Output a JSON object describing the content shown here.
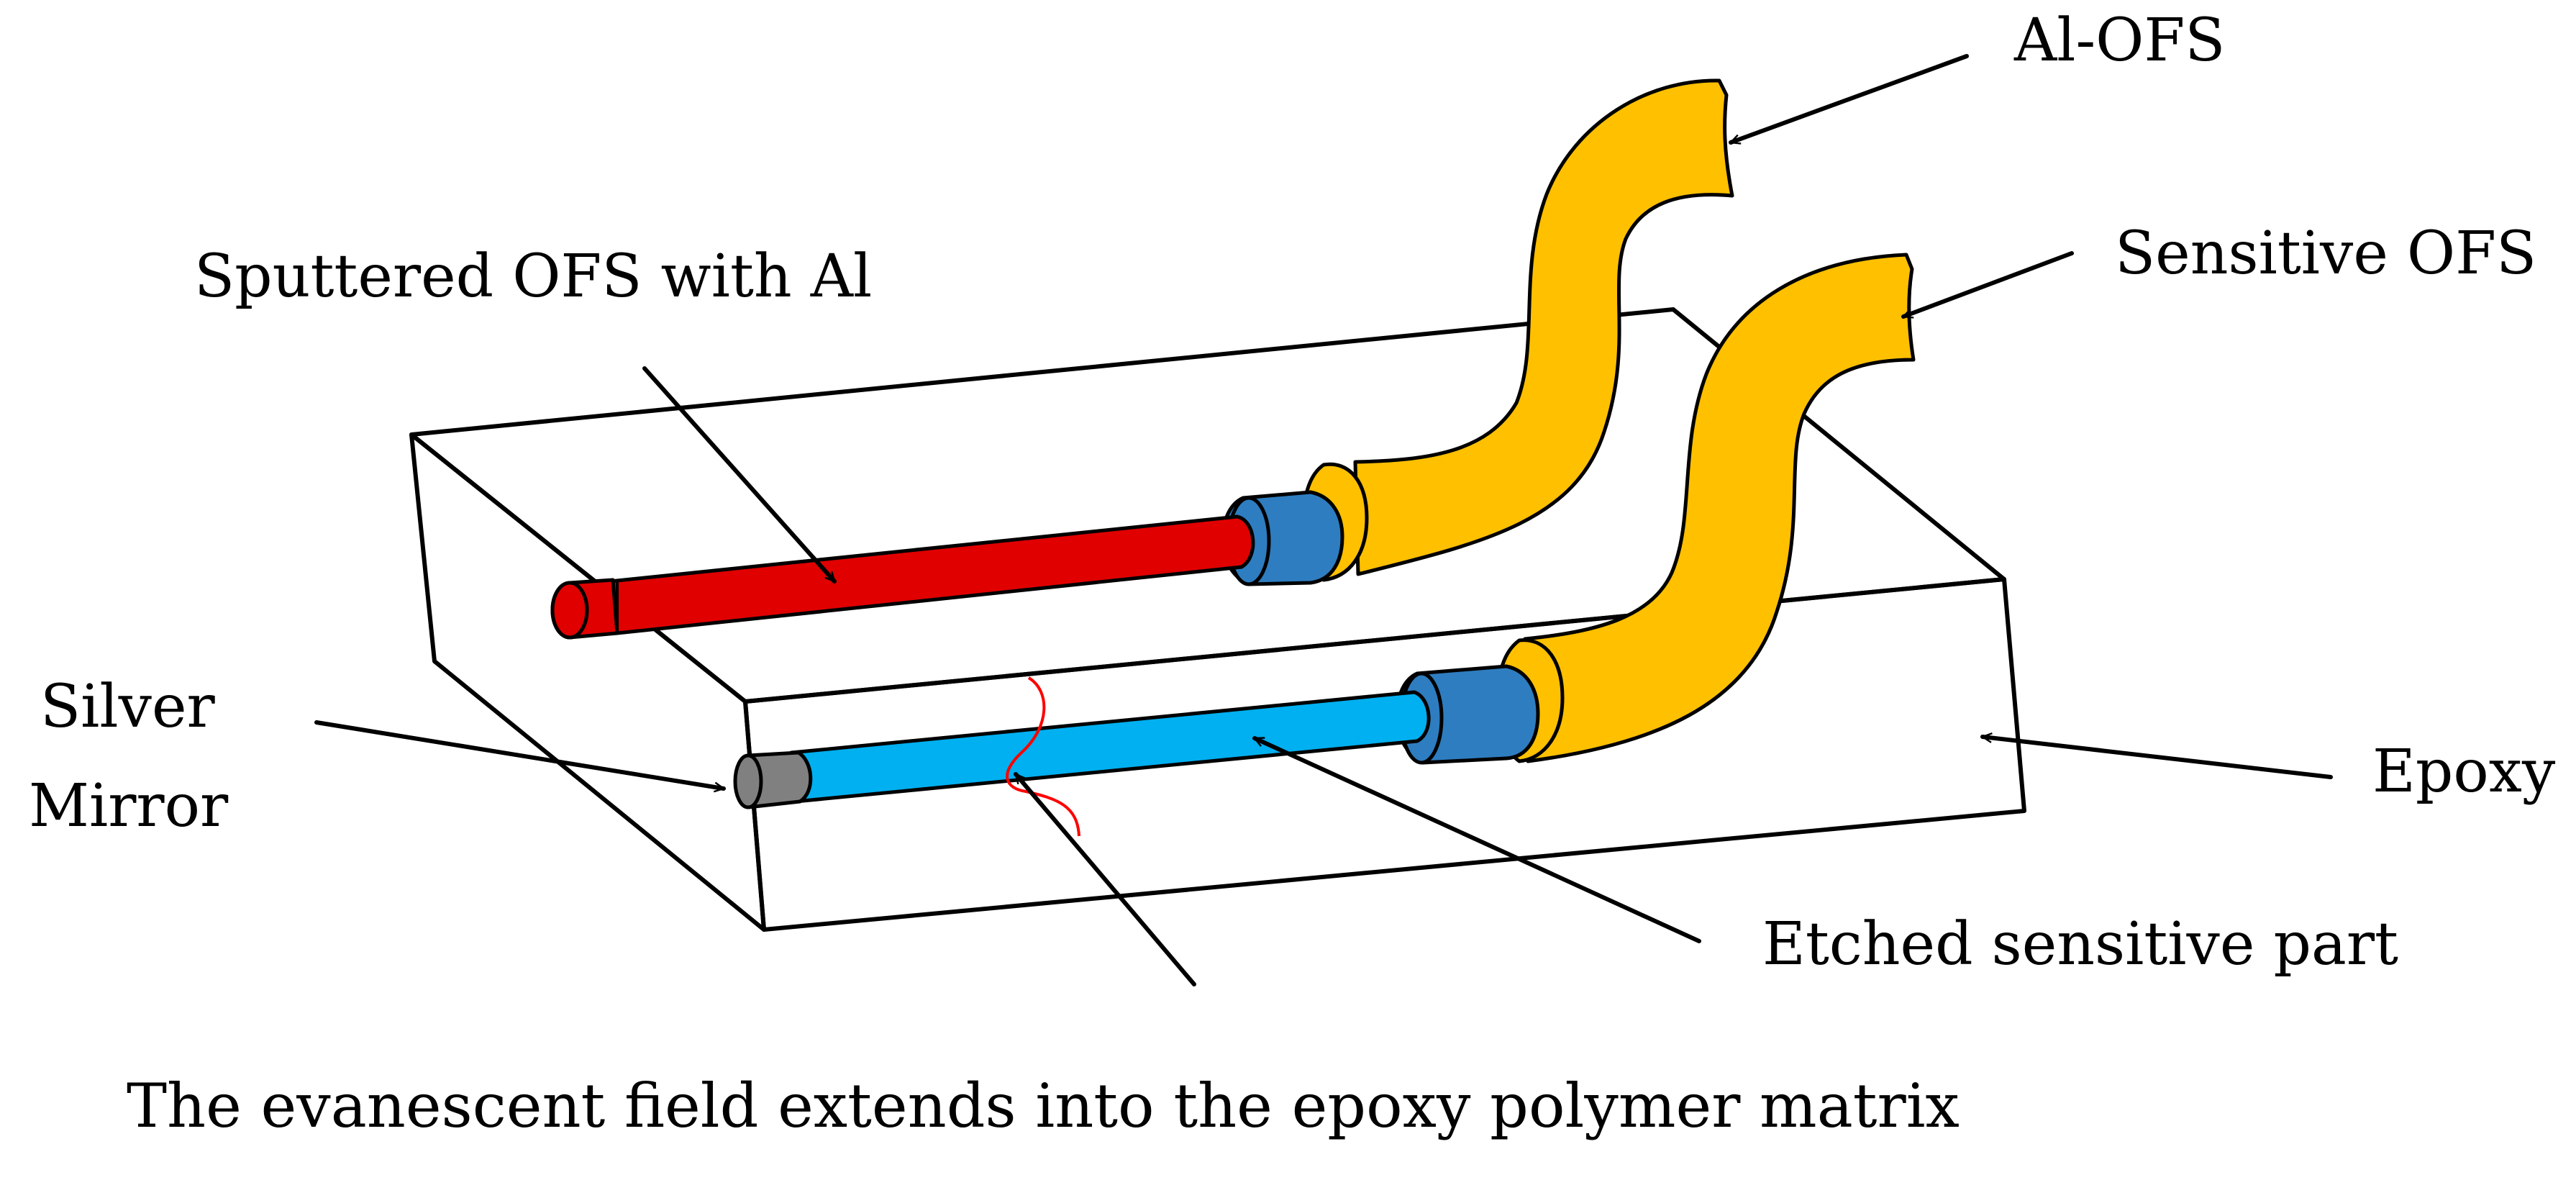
{
  "labels": {
    "al_ofs": "Al-OFS",
    "sensitive_ofs": "Sensitive OFS",
    "sputtered": "Sputtered OFS with Al",
    "silver_line1": "Silver",
    "silver_line2": "Mirror",
    "epoxy": "Epoxy",
    "etched": "Etched sensitive part",
    "caption": "The evanescent field extends into the epoxy polymer matrix"
  },
  "colors": {
    "jacket": "#FFC000",
    "ferrule": "#2E7DC0",
    "al_fiber": "#E00000",
    "sensitive_fiber": "#00B0F0",
    "mirror": "#808080",
    "field": "#FF0000",
    "outline": "#000000"
  }
}
